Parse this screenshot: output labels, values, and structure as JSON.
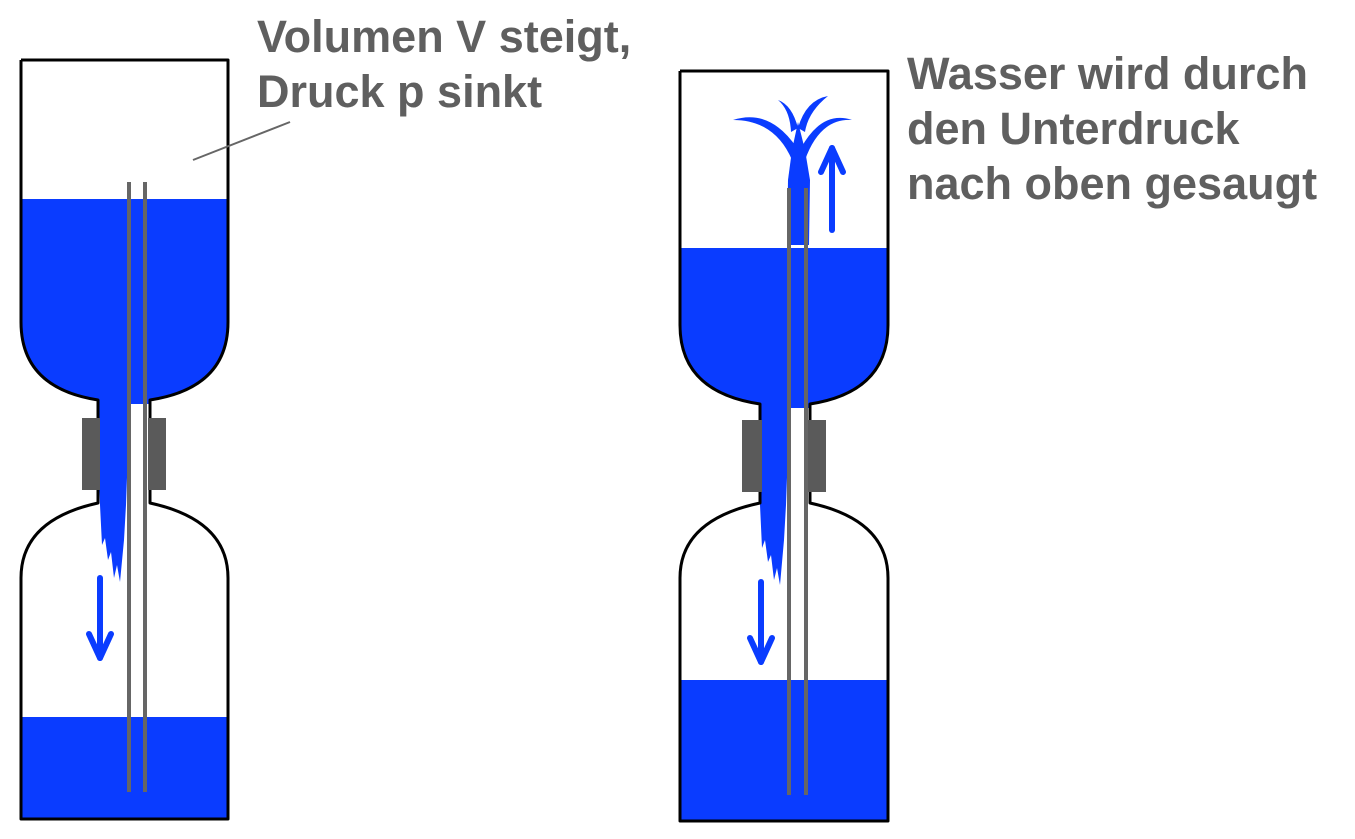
{
  "colors": {
    "water": "#0a3cff",
    "outline": "#000000",
    "tube": "#666666",
    "collar": "#5a5a5a",
    "text": "#5f5f5f",
    "background": "#ffffff"
  },
  "left_panel": {
    "annotation": [
      "Volumen V steigt,",
      "Druck p sinkt"
    ],
    "arrow_icon": "arrow-down-icon"
  },
  "right_panel": {
    "annotation": [
      "Wasser wird durch",
      "den Unterdruck",
      "nach oben gesaugt"
    ],
    "arrow_icons": [
      "arrow-down-icon",
      "arrow-up-icon"
    ]
  }
}
